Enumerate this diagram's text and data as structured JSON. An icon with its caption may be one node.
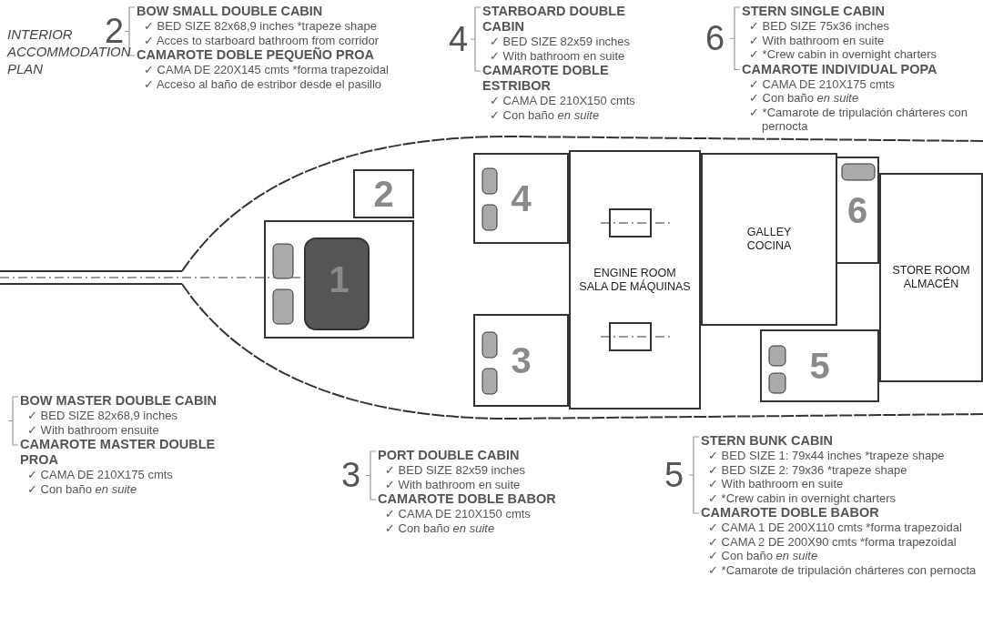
{
  "diagram": {
    "title": "INTERIOR ACCOMMODATION PLAN",
    "nodes": [
      {
        "text": [
          "1"
        ]
      },
      {
        "text": [
          "2"
        ]
      },
      {
        "text": [
          "4"
        ]
      },
      {
        "text": [
          "3"
        ]
      },
      {
        "text": [
          "ENGINE ROOM",
          "SALA DE MÁQUINAS"
        ]
      },
      {
        "text": [
          "GALLEY",
          "COCINA"
        ]
      },
      {
        "text": [
          "6"
        ]
      },
      {
        "text": [
          "STORE ROOM",
          "ALMACÉN"
        ]
      },
      {
        "text": [
          "5"
        ]
      }
    ],
    "labels": [
      "2",
      "BOW SMALL DOUBLE CABIN",
      "✓ BED SIZE 82x68,9 inches *trapeze shape",
      "✓ Acces to starboard bathroom from corridor",
      "CAMAROTE DOBLE PEQUEÑO PROA",
      "✓ CAMA DE 220X145 cmts *forma trapezoidal",
      "✓ Acceso al baño de estribor desde el pasillo",
      "4",
      "STARBOARD DOUBLE CABIN",
      "✓ BED SIZE 82x59 inches",
      "✓ With bathroom en suite",
      "CAMAROTE DOBLE ESTRIBOR",
      "✓ CAMA DE 210X150 cmts",
      "✓ Con baño *en suite*",
      "6",
      "STERN SINGLE CABIN",
      "✓ BED SIZE 75x36 inches",
      "✓ With bathroom en suite",
      "✓ *Crew cabin in overnight charters",
      "CAMAROTE INDIVIDUAL POPA",
      "✓ CAMA DE 210X175 cmts",
      "✓ Con baño *en suite*",
      "✓ *Camarote de tripulación chárteres con pernocta",
      "BOW MASTER DOUBLE CABIN",
      "✓ BED SIZE 82x68,9 inches",
      "✓ With bathroom ensuite",
      "CAMAROTE MASTER DOUBLE PROA",
      "✓ CAMA DE 210X175 cmts",
      "✓ Con baño *en suite*",
      "3",
      "PORT DOUBLE CABIN",
      "✓ BED SIZE 82x59 inches",
      "✓ With bathroom en suite",
      "CAMAROTE DOBLE BABOR",
      "✓ CAMA DE 210X150 cmts",
      "✓ Con baño *en suite*",
      "5",
      "STERN BUNK CABIN",
      "✓ BED SIZE 1: 79x44 inches *trapeze shape",
      "✓ BED SIZE 2: 79x36 *trapeze shape",
      "✓ With bathroom en suite",
      "✓ *Crew cabin in overnight charters",
      "CAMAROTE DOBLE BABOR",
      "✓ CAMA 1 DE 200X110 cmts *forma trapezoidal",
      "✓ CAMA 2 DE 200X90 cmts *forma trapezoidal",
      "✓ Con baño *en suite*",
      "✓ *Camarote de tripulación chárteres con pernocta"
    ]
  }
}
